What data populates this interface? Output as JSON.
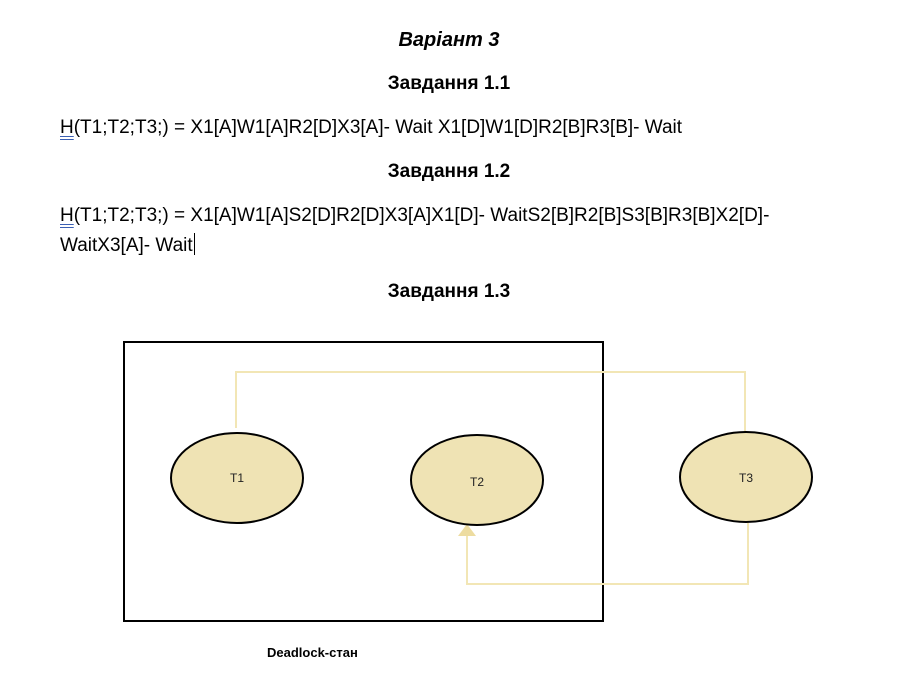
{
  "document": {
    "variant_title": "Варіант 3",
    "task_1_1": {
      "title": "Завдання 1.1",
      "formula_head": "H",
      "formula_body": "(T1;T2;T3;) = X1[A]W1[A]R2[D]X3[A]- Wait X1[D]W1[D]R2[B]R3[B]- Wait"
    },
    "task_1_2": {
      "title": "Завдання 1.2",
      "formula_head": "H",
      "formula_body_line1": "(T1;T2;T3;) = X1[A]W1[A]S2[D]R2[D]X3[A]X1[D]- WaitS2[B]R2[B]S3[B]R3[B]X2[D]-",
      "formula_body_line2": "WaitX3[A]- Wait"
    },
    "task_1_3": {
      "title": "Завдання 1.3"
    }
  },
  "diagram": {
    "nodes": [
      {
        "id": "t1",
        "label": "T1"
      },
      {
        "id": "t2",
        "label": "T2"
      },
      {
        "id": "t3",
        "label": "T3"
      }
    ],
    "caption": "Deadlock-стан",
    "colors": {
      "node_fill": "#efe3b4",
      "node_stroke": "#000000",
      "edge": "#f2e6b5",
      "arrow": "#eddca0",
      "frame": "#000000"
    }
  }
}
